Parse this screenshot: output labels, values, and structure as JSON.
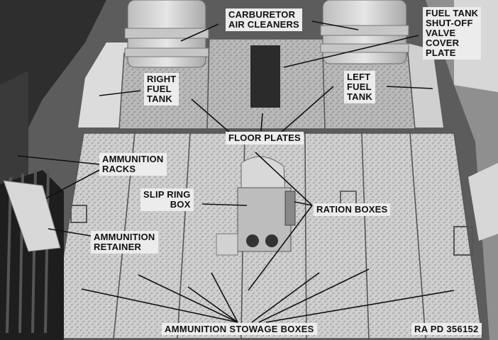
{
  "labels": {
    "carburetor": [
      "CARBURETOR",
      "AIR CLEANERS"
    ],
    "fuel_valve": [
      "FUEL TANK",
      "SHUT-OFF",
      "VALVE",
      "COVER",
      "PLATE"
    ],
    "right_tank": [
      "RIGHT",
      "FUEL",
      "TANK"
    ],
    "left_tank": [
      "LEFT",
      "FUEL",
      "TANK"
    ],
    "floor_plates": "FLOOR PLATES",
    "ammo_racks": [
      "AMMUNITION",
      "RACKS"
    ],
    "slip_ring": [
      "SLIP RING",
      "BOX"
    ],
    "ration_boxes": "RATION BOXES",
    "ammo_retainer": [
      "AMMUNITION",
      "RETAINER"
    ],
    "ammo_stowage": "AMMUNITION STOWAGE BOXES",
    "ref_number": "RA PD 356152"
  }
}
